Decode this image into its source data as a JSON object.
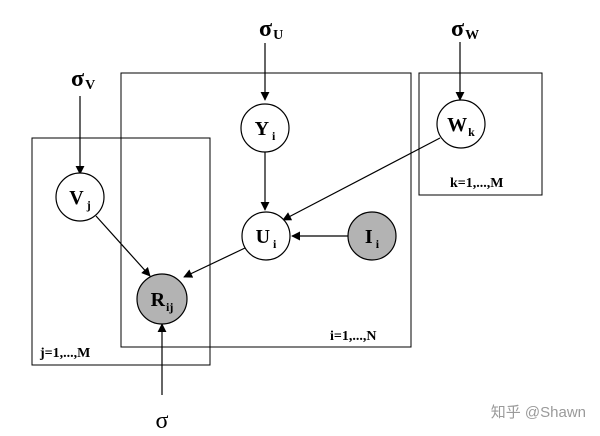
{
  "params": {
    "sigma_u": {
      "base": "σ",
      "sub": "U"
    },
    "sigma_w": {
      "base": "σ",
      "sub": "W"
    },
    "sigma_v": {
      "base": "σ",
      "sub": "V"
    },
    "sigma": {
      "base": "σ"
    }
  },
  "nodes": {
    "y_i": {
      "base": "Y",
      "sub": "i"
    },
    "w_k": {
      "base": "W",
      "sub": "k"
    },
    "v_j": {
      "base": "V",
      "sub": "j"
    },
    "u_i": {
      "base": "U",
      "sub": "i"
    },
    "i_i": {
      "base": "I",
      "sub": "i"
    },
    "r_ij": {
      "base": "R",
      "sub": "ij"
    }
  },
  "plates": {
    "j_plate": "j=1,...,M",
    "i_plate": "i=1,...,N",
    "k_plate": "k=1,...,M"
  },
  "watermark": "知乎 @Shawn",
  "colors": {
    "observed_fill": "#b3b3b3",
    "line": "#000000",
    "watermark": "#9a9a9a"
  }
}
